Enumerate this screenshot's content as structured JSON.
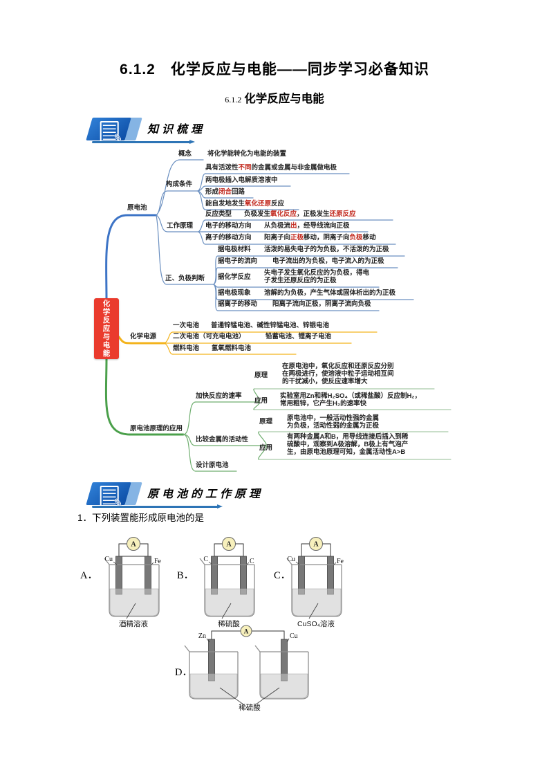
{
  "header": {
    "title": "6.1.2　化学反应与电能——同步学习必备知识",
    "sub_num": "6.1.2",
    "sub_title": "化学反应与电能"
  },
  "badges": {
    "b1": "知识梳理",
    "b2": "原电池的工作原理"
  },
  "colors": {
    "root_node": "#ea3b2d",
    "branch_blue": "#3d74c6",
    "branch_yellow": "#f3b31c",
    "branch_green": "#4ba04b",
    "highlight_red": "#c2281d",
    "badge_blue": "#0d4ea6",
    "rule_blue": "#2e75b6"
  },
  "mindmap": {
    "root": "化学反应与电能",
    "primary": {
      "label": "原电池",
      "concept_label": "概念",
      "concept_value": "将化学能转化为电能的装置",
      "conditions_label": "构成条件",
      "conditions": [
        [
          [
            "具有活泼性",
            "k"
          ],
          [
            "不同",
            "r"
          ],
          [
            "的金属或金属与非金属做电极",
            "k"
          ]
        ],
        [
          [
            "两电极插入电解质溶液中",
            "k"
          ]
        ],
        [
          [
            "形成",
            "k"
          ],
          [
            "闭合",
            "r"
          ],
          [
            "回路",
            "k"
          ]
        ],
        [
          [
            "能自发地发生",
            "k"
          ],
          [
            "氧化还原",
            "r"
          ],
          [
            "反应",
            "k"
          ]
        ]
      ],
      "principle_label": "工作原理",
      "principle_rows": [
        {
          "label": "反应类型",
          "segs": [
            [
              "负极发生",
              "k"
            ],
            [
              "氧化反应",
              "r"
            ],
            [
              "，正极发生",
              "k"
            ],
            [
              "还原反应",
              "r"
            ]
          ]
        },
        {
          "label": "电子的移动方向",
          "segs": [
            [
              "从负极流",
              "k"
            ],
            [
              "出",
              "r"
            ],
            [
              "，经导线流向正极",
              "k"
            ]
          ]
        },
        {
          "label": "离子的移动方向",
          "segs": [
            [
              "阳离子向",
              "k"
            ],
            [
              "正极",
              "r"
            ],
            [
              "移动，阴离子向",
              "k"
            ],
            [
              "负极",
              "r"
            ],
            [
              "移动",
              "k"
            ]
          ]
        }
      ],
      "judgment_label": "正、负极判断",
      "judgment_rows": [
        {
          "label": "据电极材料",
          "value": "活泼的易失电子的为负极，不活泼的为正极"
        },
        {
          "label": "据电子的流向",
          "value": "电子流出的为负极，电子流入的为正极"
        },
        {
          "label": "据化学反应",
          "value": "失电子发生氧化反应的为负极，得电\n子发生还原反应的为正极"
        },
        {
          "label": "据电极现象",
          "value": "溶解的为负极，产生气体或固体析出的为正极"
        },
        {
          "label": "据离子的移动",
          "value": "阳离子流向正极，阴离子流向负极"
        }
      ]
    },
    "power": {
      "label": "化学电源",
      "rows": [
        {
          "label": "一次电池",
          "value": "普通锌锰电池、碱性锌锰电池、锌银电池"
        },
        {
          "label": "二次电池（可充电电池）",
          "value": "铅蓄电池、锂离子电池"
        },
        {
          "label": "燃料电池",
          "value": "氢氧燃料电池"
        }
      ]
    },
    "application": {
      "label": "原电池原理的应用",
      "speed": {
        "label": "加快反应的速率",
        "principle_label": "原理",
        "principle": "在原电池中，氧化反应和还原反应分别\n在两极进行，使溶液中粒子运动相互间\n的干扰减小，使反应速率增大",
        "apply_label": "应用",
        "apply": "实验室用Zn和稀H₂SO₄（或稀盐酸）反应制H₂，\n常用粗锌，它产生H₂的速率快"
      },
      "activity": {
        "label": "比较金属的活动性",
        "principle_label": "原理",
        "principle": "原电池中，一般活动性强的金属\n为负极，活动性弱的金属为正极",
        "apply_label": "应用",
        "apply": "有两种金属A和B，用导线连接后插入到稀\n硫酸中，观察到A极溶解，B极上有气泡产\n生，由原电池原理可知，金属活动性A>B"
      },
      "design_label": "设计原电池"
    }
  },
  "question": {
    "text": "1．下列装置能形成原电池的是",
    "ammeter": "A",
    "options": [
      {
        "letter": "A．",
        "left": "Cu",
        "right": "Fe",
        "solution": "酒精溶液"
      },
      {
        "letter": "B．",
        "left": "C",
        "right": "C",
        "solution": "稀硫酸"
      },
      {
        "letter": "C．",
        "left": "Cu",
        "right": "Fe",
        "solution": "CuSO₄溶液"
      },
      {
        "letter": "D．",
        "left": "Zn",
        "right": "Cu",
        "solution": "稀硫酸"
      }
    ]
  }
}
